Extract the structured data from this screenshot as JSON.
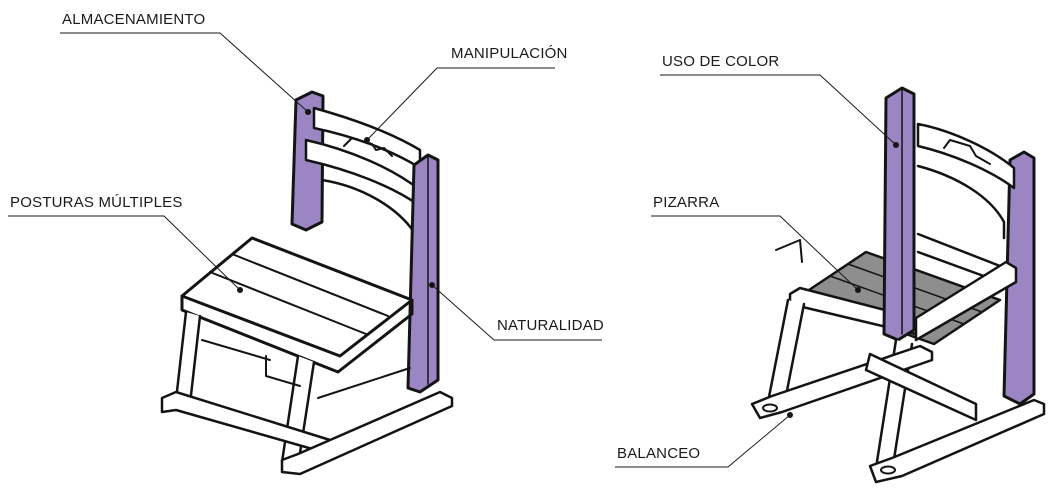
{
  "colors": {
    "accent_purple": "#9b86c3",
    "board_grey": "#8e8e8e",
    "outline": "#141414",
    "wood": "#ffffff"
  },
  "labels": {
    "almacenamiento": "ALMACENAMIENTO",
    "manipulacion": "MANIPULACIÓN",
    "posturas_multiples": "POSTURAS MÚLTIPLES",
    "naturalidad": "NATURALIDAD",
    "uso_de_color": "USO DE COLOR",
    "pizarra": "PIZARRA",
    "balanceo": "BALANCEO"
  }
}
